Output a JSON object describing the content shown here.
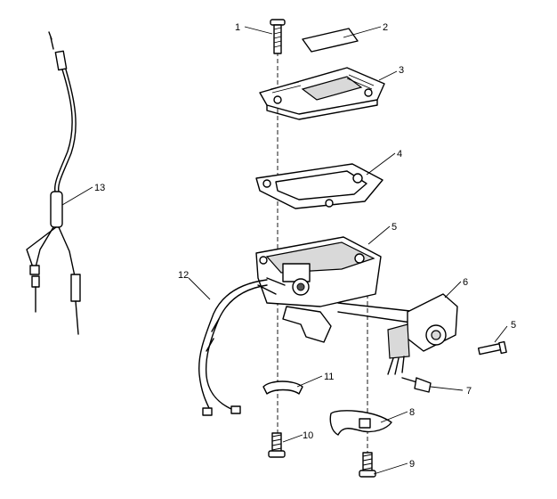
{
  "diagram": {
    "callouts": [
      {
        "id": "c1",
        "text": "1"
      },
      {
        "id": "c2",
        "text": "2"
      },
      {
        "id": "c3",
        "text": "3"
      },
      {
        "id": "c4",
        "text": "4"
      },
      {
        "id": "c5a",
        "text": "5"
      },
      {
        "id": "c5b",
        "text": "5"
      },
      {
        "id": "c6",
        "text": "6"
      },
      {
        "id": "c7",
        "text": "7"
      },
      {
        "id": "c8",
        "text": "8"
      },
      {
        "id": "c9",
        "text": "9"
      },
      {
        "id": "c10",
        "text": "10"
      },
      {
        "id": "c11",
        "text": "11"
      },
      {
        "id": "c12",
        "text": "12"
      },
      {
        "id": "c13",
        "text": "13"
      }
    ]
  }
}
